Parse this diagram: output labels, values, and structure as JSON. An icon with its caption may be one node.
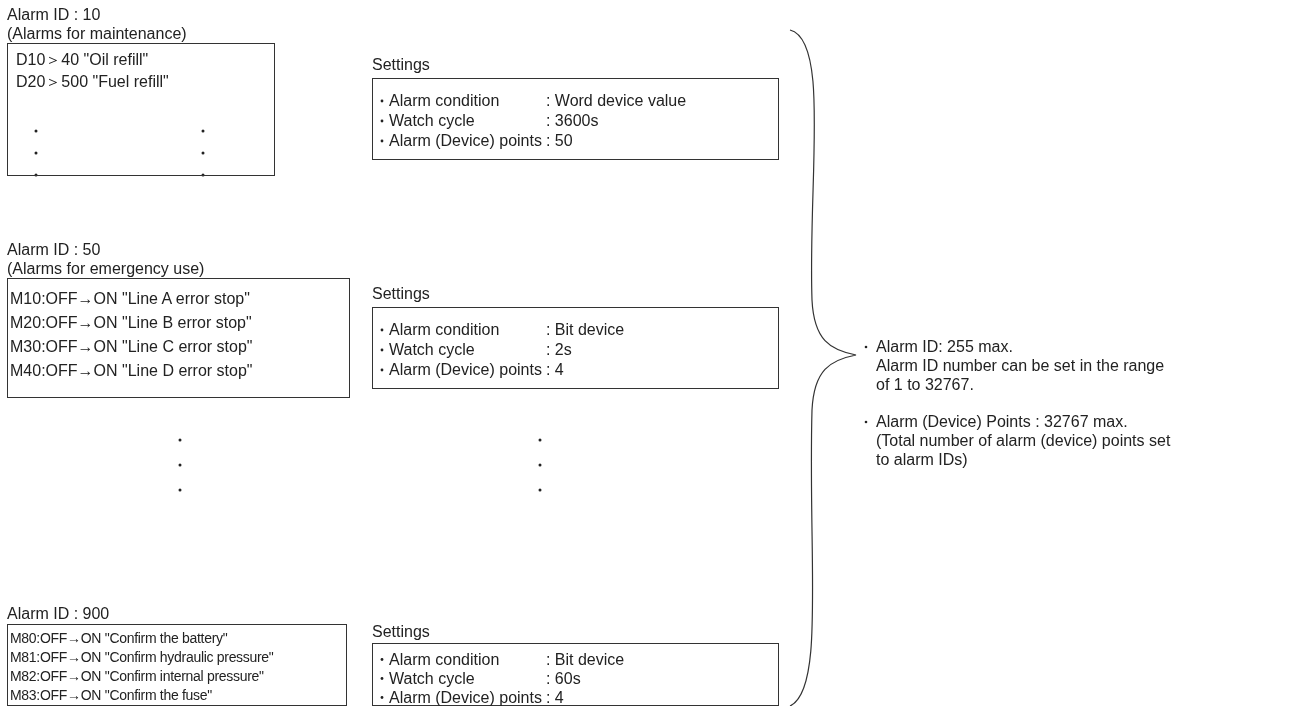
{
  "diagram": {
    "nodes": [
      {
        "text": [
          "Alarm ID : 10",
          "(Alarms for maintenance)",
          "D10＞40 \"Oil refill\"",
          "D20＞500 \"Fuel refill\""
        ]
      },
      {
        "text": [
          "Settings",
          "Alarm condition",
          ": Word device value",
          "Watch cycle",
          ": 3600s",
          "Alarm (Device) points",
          ": 50"
        ]
      },
      {
        "text": [
          "Alarm ID : 50",
          "(Alarms for emergency use)",
          "M10:OFF→ON \"Line A error stop\"",
          "M20:OFF→ON \"Line B error stop\"",
          "M30:OFF→ON \"Line C error stop\"",
          "M40:OFF→ON \"Line D error stop\""
        ]
      },
      {
        "text": [
          "Settings",
          "Alarm condition",
          ": Bit device",
          "Watch cycle",
          ": 2s",
          "Alarm (Device) points",
          ": 4"
        ]
      },
      {
        "text": [
          "Alarm ID : 900",
          "M80:OFF→ON \"Confirm the battery\"",
          "M81:OFF→ON \"Confirm hydraulic pressure\"",
          "M82:OFF→ON \"Confirm internal pressure\"",
          "M83:OFF→ON \"Confirm the fuse\""
        ]
      },
      {
        "text": [
          "Settings",
          "Alarm condition",
          ": Bit device",
          "Watch cycle",
          ": 60s",
          "Alarm (Device) points",
          ": 4"
        ]
      }
    ],
    "labels": [
      "Alarm ID: 255 max.",
      "Alarm ID number can be set in the range of 1 to 32767.",
      "Alarm (Device) Points : 32767 max.",
      "(Total number of alarm (device) points set to alarm IDs)"
    ]
  }
}
